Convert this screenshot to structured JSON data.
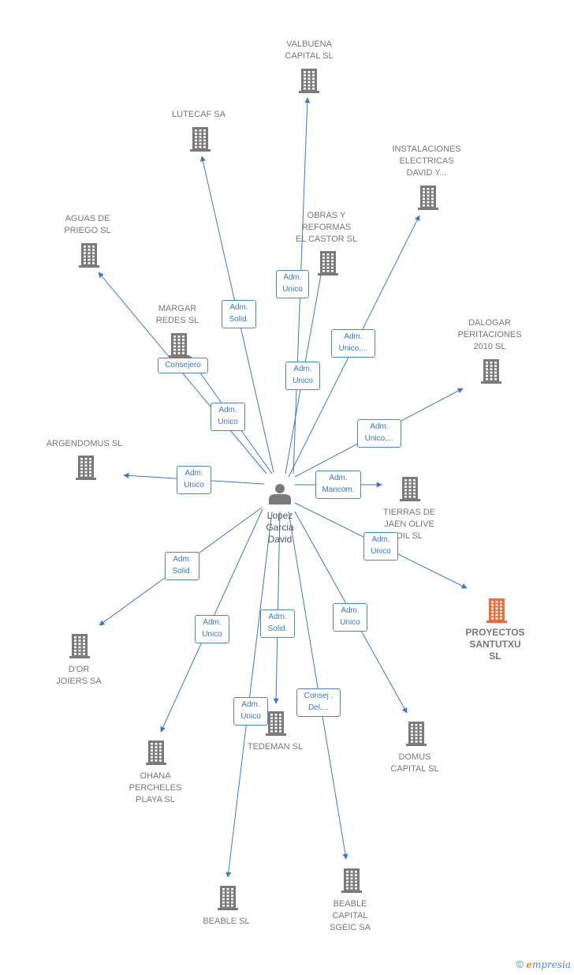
{
  "person": {
    "name": "Lopez\nGarcia\nDavid"
  },
  "colors": {
    "edge": "#3a78d0",
    "building": "#7a7a7a",
    "highlight": "#f26a3a",
    "person": "#7a7a7a"
  },
  "companies": [
    {
      "id": "valbuena",
      "name": "VALBUENA\nCAPITAL SL",
      "role": "Adm.\nUnico",
      "highlight": false
    },
    {
      "id": "lutecaf",
      "name": "LUTECAF SA",
      "role": "Adm.\nSolid.",
      "highlight": false
    },
    {
      "id": "instalaciones",
      "name": "INSTALACIONES\nELECTRICAS\nDAVID Y...",
      "role": "Adm.\nUnico,...",
      "highlight": false
    },
    {
      "id": "obras",
      "name": "OBRAS Y\nREFORMAS\nEL CASTOR  SL",
      "role": "Adm.\nUnico",
      "highlight": false
    },
    {
      "id": "aguas",
      "name": "AGUAS DE\nPRIEGO SL",
      "role": "Consejero",
      "highlight": false
    },
    {
      "id": "margar",
      "name": "MARGAR\nREDES  SL",
      "role": "Adm.\nUnico",
      "highlight": false
    },
    {
      "id": "dalogar",
      "name": "DALOGAR\nPERITACIONES\n2010 SL",
      "role": "Adm.\nUnico,...",
      "highlight": false
    },
    {
      "id": "argendomus",
      "name": "ARGENDOMUS SL",
      "role": "Adm.\nUnico",
      "highlight": false
    },
    {
      "id": "tierras",
      "name": "TIERRAS DE\nJAEN OLIVE\nOIL  SL",
      "role": "Adm.\nMancom.",
      "highlight": false
    },
    {
      "id": "proyectos",
      "name": "PROYECTOS\nSANTUTXU\nSL",
      "role": "Adm.\nUnico",
      "highlight": true
    },
    {
      "id": "dor",
      "name": "D'OR\nJOIERS SA",
      "role": "Adm.\nSolid.",
      "highlight": false
    },
    {
      "id": "ohana",
      "name": "OHANA\nPERCHELES\nPLAYA  SL",
      "role": "Adm.\nUnico",
      "highlight": false
    },
    {
      "id": "tedeman",
      "name": "TEDEMAN  SL",
      "role": "Adm.\nSolid.",
      "highlight": false
    },
    {
      "id": "domus",
      "name": "DOMUS\nCAPITAL SL",
      "role": "Adm.\nUnico",
      "highlight": false
    },
    {
      "id": "beable",
      "name": "BEABLE SL",
      "role": "Adm.\nUnico",
      "highlight": false
    },
    {
      "id": "beable_sgeic",
      "name": "BEABLE\nCAPITAL\nSGEIC SA",
      "role": "Consej .\nDel....",
      "highlight": false
    }
  ],
  "watermark": {
    "copyright": "©",
    "brand_initial": "e",
    "brand_rest": "mpresia"
  }
}
